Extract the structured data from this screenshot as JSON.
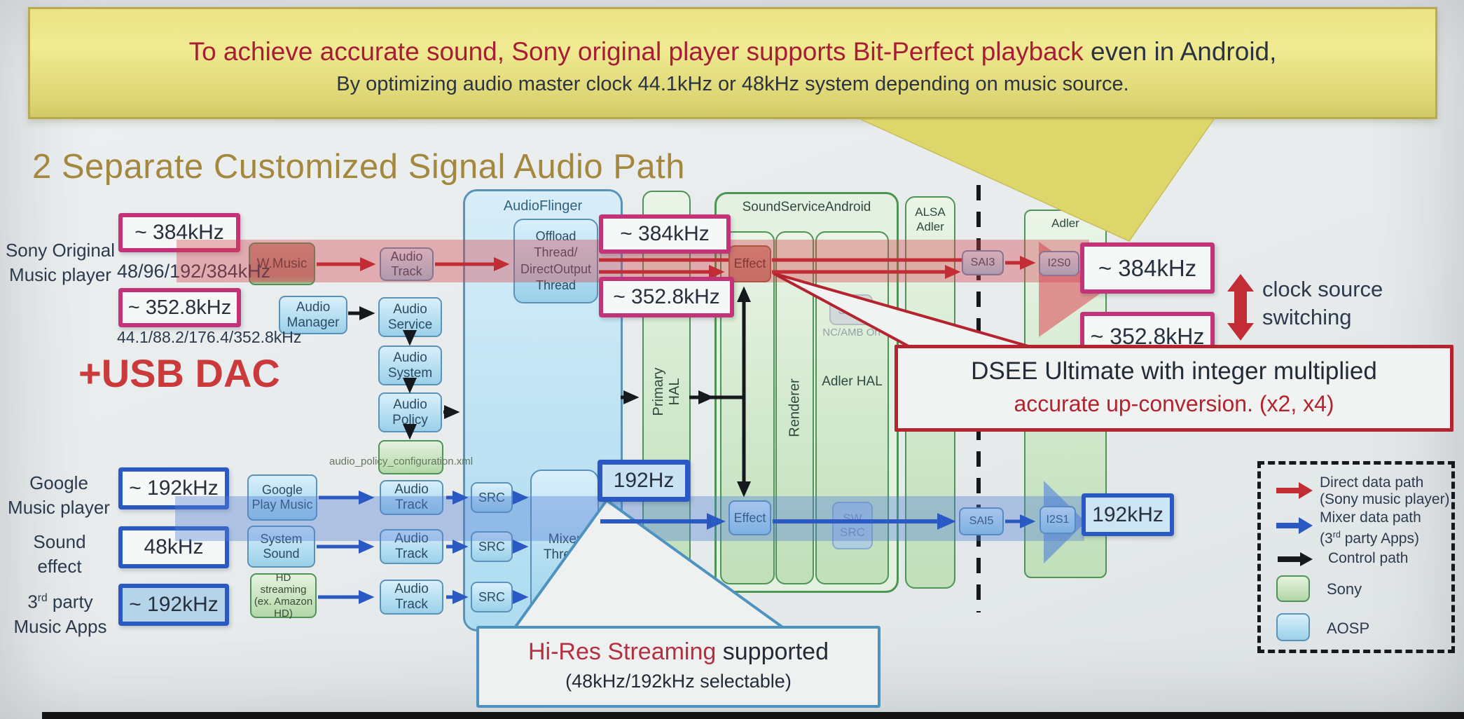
{
  "banner": {
    "headline_red": "To achieve accurate sound, Sony original player supports Bit-Perfect playback",
    "headline_dark": " even in Android,",
    "subline": "By optimizing audio master clock 44.1kHz or 48kHz system depending on music source."
  },
  "title": "2 Separate Customized Signal Audio Path",
  "left_labels": {
    "sony": {
      "line1": "Sony Original",
      "line2": "Music player"
    },
    "google": {
      "line1": "Google",
      "line2": "Music player"
    },
    "sound": {
      "line1": "Sound",
      "line2": "effect"
    },
    "third": {
      "pre": "3",
      "sup": "rd",
      "post": " party",
      "line2": "Music Apps"
    }
  },
  "rate_boxes": {
    "left_384": "~ 384kHz",
    "left_3528": "~ 352.8kHz",
    "left_192_google": "~ 192kHz",
    "left_48": "48kHz",
    "left_192_third": "~ 192kHz",
    "mid_384": "~ 384kHz",
    "mid_3528": "~ 352.8kHz",
    "mid_192hz": "192Hz",
    "out_384": "~ 384kHz",
    "out_3528": "~ 352.8kHz",
    "out_192": "192kHz"
  },
  "notes": {
    "rates_48_family": "48/96/192/384kHz",
    "rates_441_family": "44.1/88.2/176.4/352.8kHz",
    "usb_dac": "+USB DAC",
    "xml": "audio_policy_configuration.xml",
    "nc_amb": "NC/AMB On",
    "clock_line1": "clock source",
    "clock_line2": "switching"
  },
  "blocks": {
    "wmusic": "W.Music",
    "audio_manager": "Audio Manager",
    "audio_service": "Audio Service",
    "audio_system": "Audio System",
    "audio_policy": "Audio Policy",
    "audio_track": "Audio Track",
    "offload": "Offload Thread/ DirectOutput Thread",
    "google_play": "Google Play Music",
    "system_sound": "System Sound",
    "hd_streaming": "HD streaming (ex. Amazon HD)",
    "src": "SRC",
    "sw_src": "SW SRC",
    "mixer": "Mixer Thread",
    "effect": "Effect",
    "sai3": "SAI3",
    "sai5": "SAI5",
    "i2s0": "I2S0",
    "i2s1": "I2S1"
  },
  "containers": {
    "audioflinger": "AudioFlinger",
    "primary_hal": "Primary HAL",
    "sound_service": "SoundServiceAndroid",
    "renderer": "Renderer",
    "adler_hal": "Adler HAL",
    "alsa_adler": "ALSA Adler",
    "adler": "Adler"
  },
  "callouts": {
    "dsee_line1": "DSEE Ultimate with integer multiplied",
    "dsee_line2": "accurate up-conversion. (x2, x4)",
    "hires_red": "Hi-Res Streaming",
    "hires_dark": " supported",
    "hires_line2": "(48kHz/192kHz selectable)"
  },
  "legend": {
    "direct_line1": "Direct data path",
    "direct_line2": "(Sony music player)",
    "mixer_line1": "Mixer data path",
    "mixer2_pre": "(3",
    "mixer2_sup": "rd",
    "mixer2_post": " party Apps)",
    "control": "Control path",
    "sony": "Sony",
    "aosp": "AOSP"
  },
  "colors": {
    "direct_path_red": "#c22c35",
    "mixer_path_blue": "#2b59c4",
    "control_path_black": "#15181c",
    "sony_green": "#cfe7ca",
    "aosp_blue": "#b6dff2",
    "magenta_border": "#c23377",
    "blue_border": "#2b59c4",
    "banner_red": "#a81c36",
    "title_gold": "#a3883d"
  }
}
